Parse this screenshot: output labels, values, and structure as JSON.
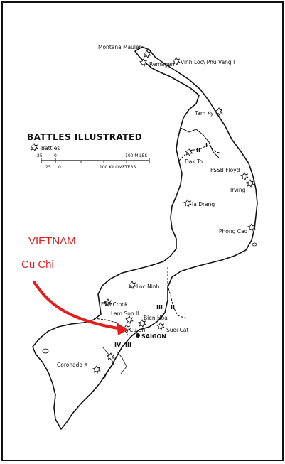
{
  "legend": {
    "title": "BATTLES ILLUSTRATED",
    "battles_label": "Battles",
    "scale_miles": {
      "t0": "25",
      "t1": "0",
      "t2": "100 MILES"
    },
    "scale_km": {
      "t0": "25",
      "t1": "0",
      "t2": "100 KILOMETERS"
    }
  },
  "annotation": {
    "country": "VIETNAM",
    "place": "Cu Chi",
    "color": "#e41f1f"
  },
  "battles": [
    {
      "id": "montana-mauler",
      "label": "Montana Mauler"
    },
    {
      "id": "remagen",
      "label": "Remagen"
    },
    {
      "id": "vinh-loc",
      "label": "Vinh Loc\\ Phu Vang I"
    },
    {
      "id": "tam-ky",
      "label": "Tam Ky"
    },
    {
      "id": "dak-to",
      "label": "Dak To"
    },
    {
      "id": "fssb-floyd",
      "label": "FSSB Floyd"
    },
    {
      "id": "irving",
      "label": "Irving"
    },
    {
      "id": "ia-drang",
      "label": "Ia Drang"
    },
    {
      "id": "phong-cao",
      "label": "Phong Cao"
    },
    {
      "id": "loc-ninh",
      "label": "Loc Ninh"
    },
    {
      "id": "fsb-crook",
      "label": "FSB Crook"
    },
    {
      "id": "lam-son",
      "label": "Lam Son II"
    },
    {
      "id": "bien-hoa",
      "label": "Bien Hoa"
    },
    {
      "id": "cu-chi",
      "label": "Cu Chi"
    },
    {
      "id": "suoi-cat",
      "label": "Suoi Cat"
    },
    {
      "id": "coronado",
      "label": "Coronado X"
    }
  ],
  "cities": [
    {
      "id": "saigon",
      "label": "SAIGON"
    }
  ],
  "corps": [
    {
      "id": "I",
      "label": "I"
    },
    {
      "id": "II",
      "label": "II"
    },
    {
      "id": "III",
      "label": "III"
    },
    {
      "id": "IV",
      "label": "IV"
    }
  ]
}
